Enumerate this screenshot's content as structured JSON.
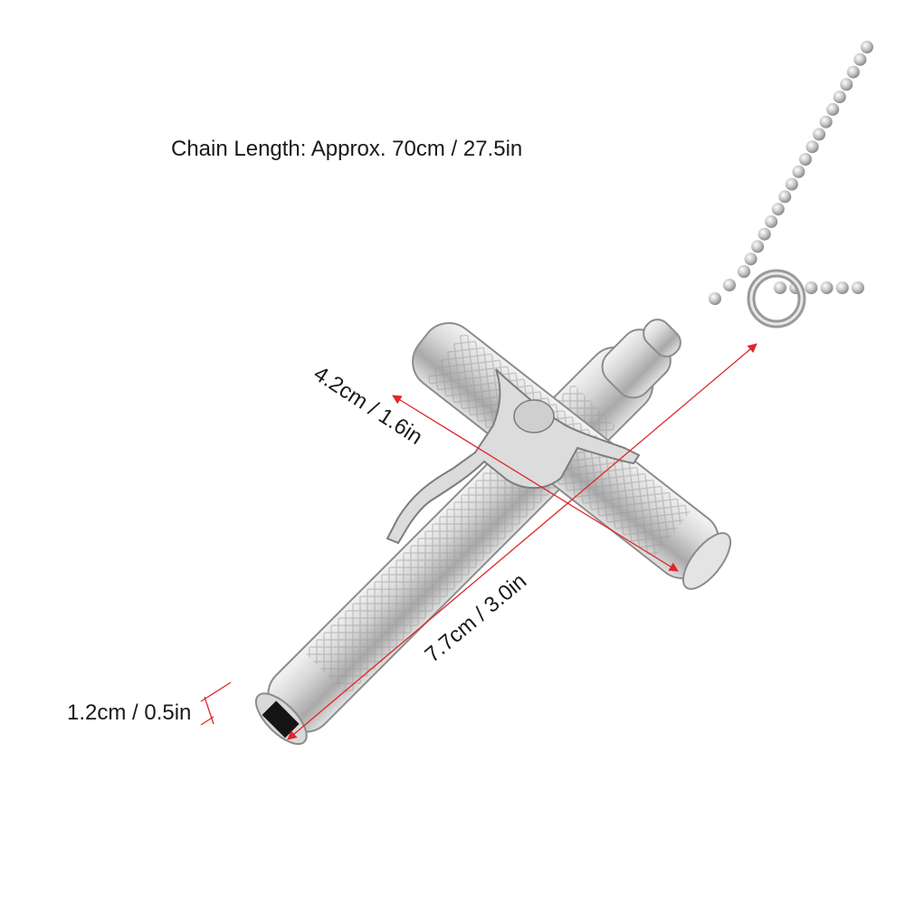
{
  "captions": {
    "chain_length": "Chain Length: Approx. 70cm / 27.5in",
    "crossbar_width": "4.2cm / 1.6in",
    "cross_length": "7.7cm / 3.0in",
    "tube_opening": "1.2cm / 0.5in"
  },
  "colors": {
    "background": "#ffffff",
    "measure_line": "#e0262b",
    "metal": "#c9c9c9",
    "text": "#1a1a1a"
  },
  "icons": [
    "ball-chain",
    "jump-ring",
    "cross-pendant",
    "crucifix-figure"
  ]
}
